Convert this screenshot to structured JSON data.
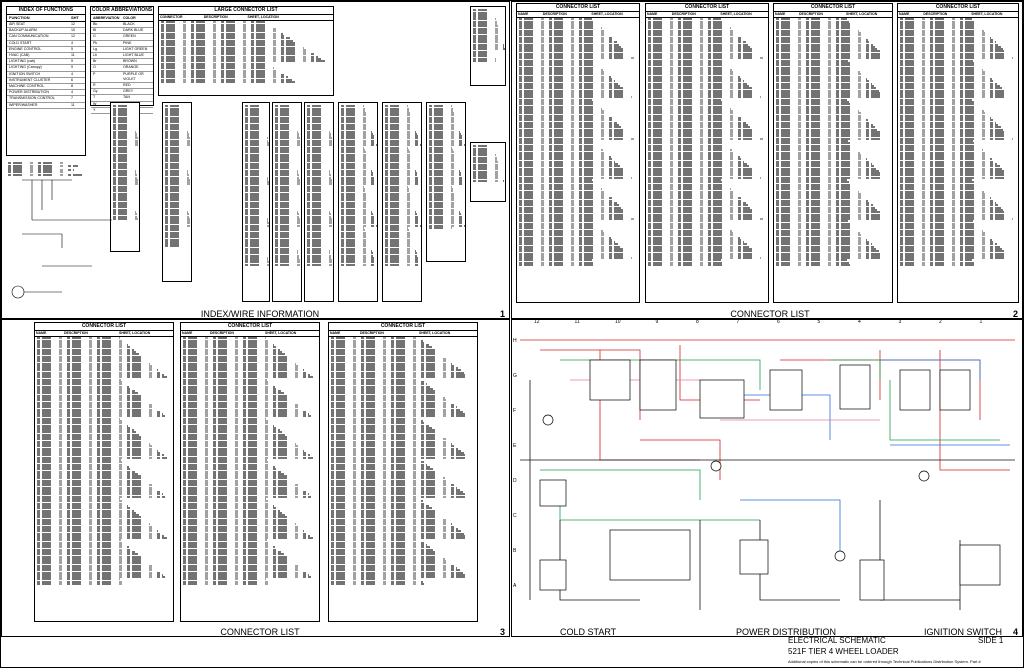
{
  "index_functions": {
    "title": "INDEX OF FUNCTIONS",
    "columns": [
      "FUNCTION",
      "SHT"
    ],
    "rows": [
      [
        "AIR SEAT",
        "12"
      ],
      [
        "BACKUP ALARM",
        "10"
      ],
      [
        "CAN COMMUNICATION",
        "12"
      ],
      [
        "COLD START",
        "4"
      ],
      [
        "ENGINE CONTROL",
        "5"
      ],
      [
        "HVAC (CAB)",
        "11"
      ],
      [
        "LIGHTING (cab)",
        "9"
      ],
      [
        "LIGHTING (Canopy)",
        "9"
      ],
      [
        "IGNITION SWITCH",
        "4"
      ],
      [
        "INSTRUMENT CLUSTER",
        "6"
      ],
      [
        "MACHINE CONTROL",
        "8"
      ],
      [
        "POWER DISTRIBUTION",
        "4"
      ],
      [
        "TRANSMISSION CONTROL",
        "7"
      ],
      [
        "WIPER/WASHER",
        "11"
      ]
    ]
  },
  "color_abbrev": {
    "title": "COLOR ABBREVIATIONS",
    "columns": [
      "ABBREVIATION",
      "COLOR"
    ],
    "rows": [
      [
        "Bk",
        "BLACK"
      ],
      [
        "Bl",
        "DARK BLUE"
      ],
      [
        "G",
        "GREEN"
      ],
      [
        "Pk",
        "PINK"
      ],
      [
        "Lg",
        "LIGHT GREEN"
      ],
      [
        "Lb",
        "LIGHT BLUE"
      ],
      [
        "Br",
        "BROWN"
      ],
      [
        "O",
        "ORANGE"
      ],
      [
        "P",
        "PURPLE OR VIOLET"
      ],
      [
        "R",
        "RED"
      ],
      [
        "Gy",
        "GREY"
      ],
      [
        "T",
        "TAN"
      ],
      [
        "W",
        "WHITE"
      ],
      [
        "Y",
        "YELLOW"
      ]
    ]
  },
  "large_connector_title": "LARGE CONNECTOR LIST",
  "large_connector_columns": [
    "CONNECTOR",
    "DESCRIPTION",
    "SHEET, LOCATION"
  ],
  "panel1": {
    "number": "1",
    "title": "INDEX/WIRE INFORMATION"
  },
  "panel2": {
    "number": "2",
    "title": "CONNECTOR LIST"
  },
  "panel3": {
    "number": "3",
    "title": "CONNECTOR LIST"
  },
  "panel4": {
    "number": "4"
  },
  "connector_list_heading": "CONNECTOR LIST",
  "connector_list_columns": [
    "NAME",
    "DESCRIPTION",
    "SHEET, LOCATION"
  ],
  "bottom_labels": {
    "cold_start": "COLD START",
    "power_distribution": "POWER DISTRIBUTION",
    "ignition_switch": "IGNITION SWITCH"
  },
  "title_block": {
    "line1": "ELECTRICAL SCHEMATIC",
    "line2": "521F TIER 4 WHEEL LOADER",
    "side": "SIDE 1",
    "note": "Additional copies of this schematic can be ordered through Technical Publications Distribution System. Part #"
  },
  "schematic_columns": [
    "12",
    "11",
    "10",
    "9",
    "8",
    "7",
    "6",
    "5",
    "4",
    "3",
    "2",
    "1"
  ],
  "schematic_rows": [
    "H",
    "G",
    "F",
    "E",
    "D",
    "C",
    "B",
    "A"
  ],
  "wire_colors": {
    "red": "#d42424",
    "green": "#1e9e4a",
    "blue": "#2b6fd6",
    "black": "#111111",
    "pink": "#e77aa0"
  }
}
